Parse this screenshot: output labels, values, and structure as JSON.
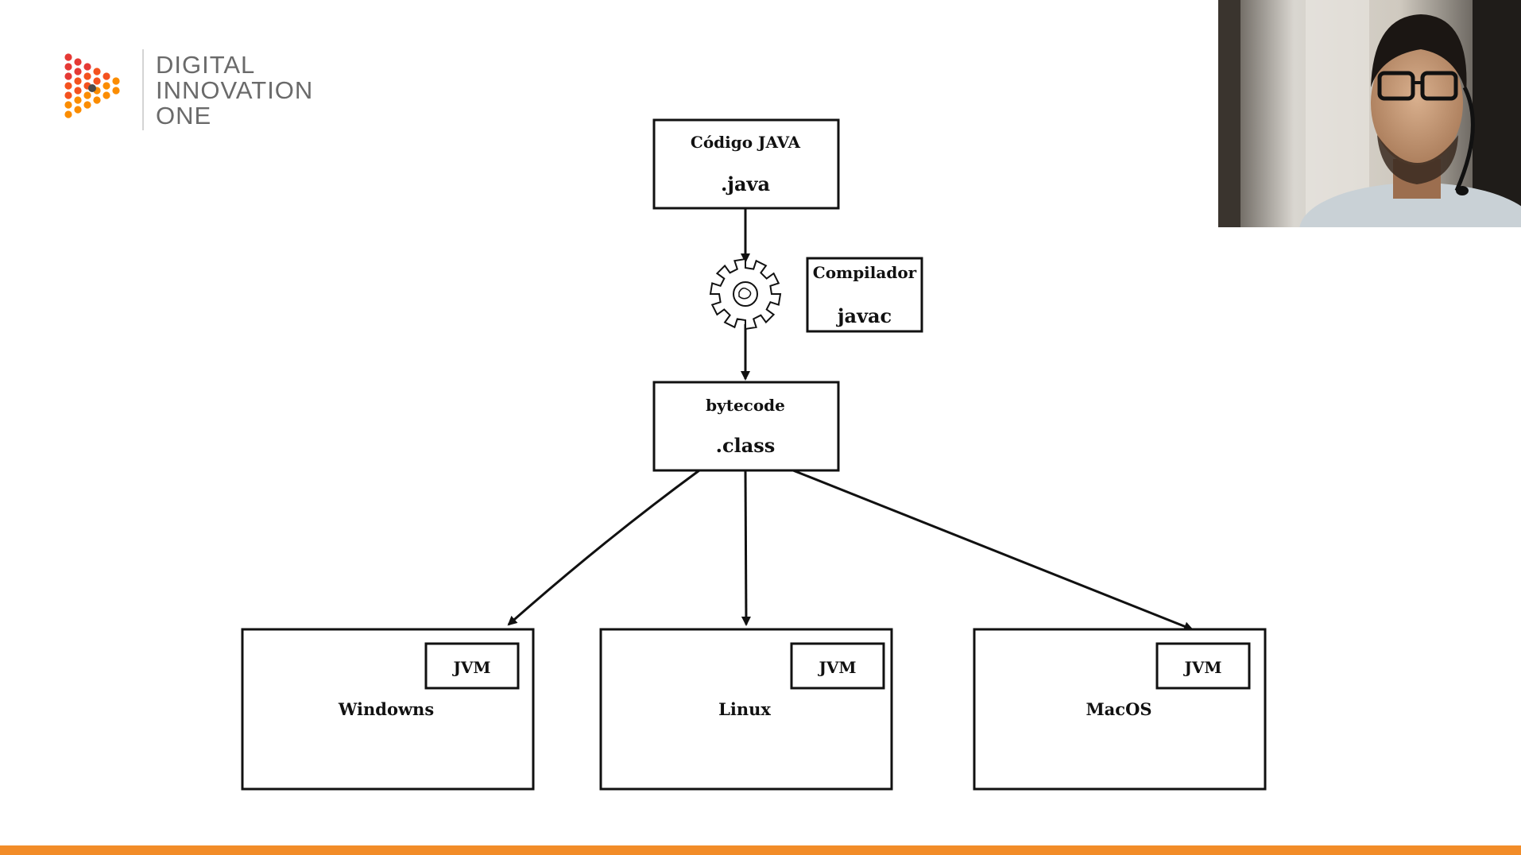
{
  "logo": {
    "lines": [
      "DIGITAL",
      "INNOVATION",
      "ONE"
    ],
    "colors": [
      "#e53935",
      "#f4511e",
      "#fb8c00",
      "#fdd835"
    ]
  },
  "diagram": {
    "nodes": {
      "source": {
        "title": "Código JAVA",
        "subtitle": ".java"
      },
      "compiler": {
        "title": "Compilador",
        "subtitle": "javac"
      },
      "bytecode": {
        "title": "bytecode",
        "subtitle": ".class"
      },
      "windows": {
        "title": "Windowns",
        "jvm": "JVM"
      },
      "linux": {
        "title": "Linux",
        "jvm": "JVM"
      },
      "macos": {
        "title": "MacOS",
        "jvm": "JVM"
      }
    },
    "icons": [
      "gear-icon"
    ]
  },
  "webcam": {
    "content": "presenter-video-feed"
  },
  "accent_color": "#f28c28"
}
